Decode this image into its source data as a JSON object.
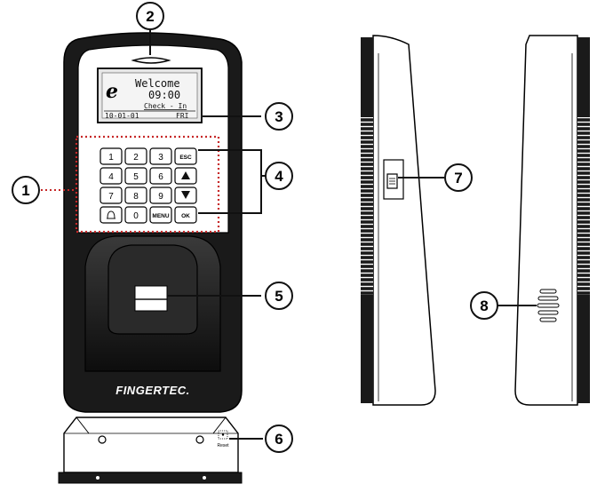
{
  "device": {
    "screen": {
      "greeting": "Welcome",
      "time": "09:00",
      "status": "Check - In",
      "date": "10-01-01",
      "day": "FRI"
    },
    "keypad": {
      "row1": [
        "1",
        "2",
        "3",
        "ESC"
      ],
      "row2": [
        "4",
        "5",
        "6"
      ],
      "row3": [
        "7",
        "8",
        "9"
      ],
      "row4": [
        "0",
        "MENU",
        "OK"
      ]
    },
    "brand": "FINGERTEC."
  },
  "back_plate": {
    "reset_label": "Reset"
  },
  "callouts": [
    "1",
    "2",
    "3",
    "4",
    "5",
    "6",
    "7",
    "8"
  ],
  "colors": {
    "callout_ring": "#111111",
    "keypad_outline": "#c62828",
    "body": "#1a1a1a"
  }
}
